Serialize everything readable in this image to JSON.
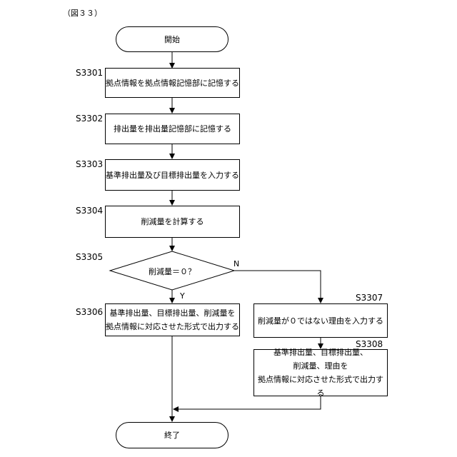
{
  "figure_label": "（図３３）",
  "start": "開始",
  "end": "終了",
  "steps": {
    "s3301": {
      "id": "S3301",
      "text": "拠点情報を拠点情報記憶部に記憶する"
    },
    "s3302": {
      "id": "S3302",
      "text": "排出量を排出量記憶部に記憶する"
    },
    "s3303": {
      "id": "S3303",
      "text": "基準排出量及び目標排出量を入力する"
    },
    "s3304": {
      "id": "S3304",
      "text": "削減量を計算する"
    },
    "s3305": {
      "id": "S3305",
      "text": "削減量＝０？"
    },
    "s3306": {
      "id": "S3306",
      "line1": "基準排出量、目標排出量、削減量を",
      "line2": "拠点情報に対応させた形式で出力する"
    },
    "s3307": {
      "id": "S3307",
      "text": "削減量が０ではない理由を入力する"
    },
    "s3308": {
      "id": "S3308",
      "line1": "基準排出量、目標排出量、",
      "line2": "削減量、理由を",
      "line3": "拠点情報に対応させた形式で出力する"
    }
  },
  "branch": {
    "yes": "Y",
    "no": "N"
  }
}
